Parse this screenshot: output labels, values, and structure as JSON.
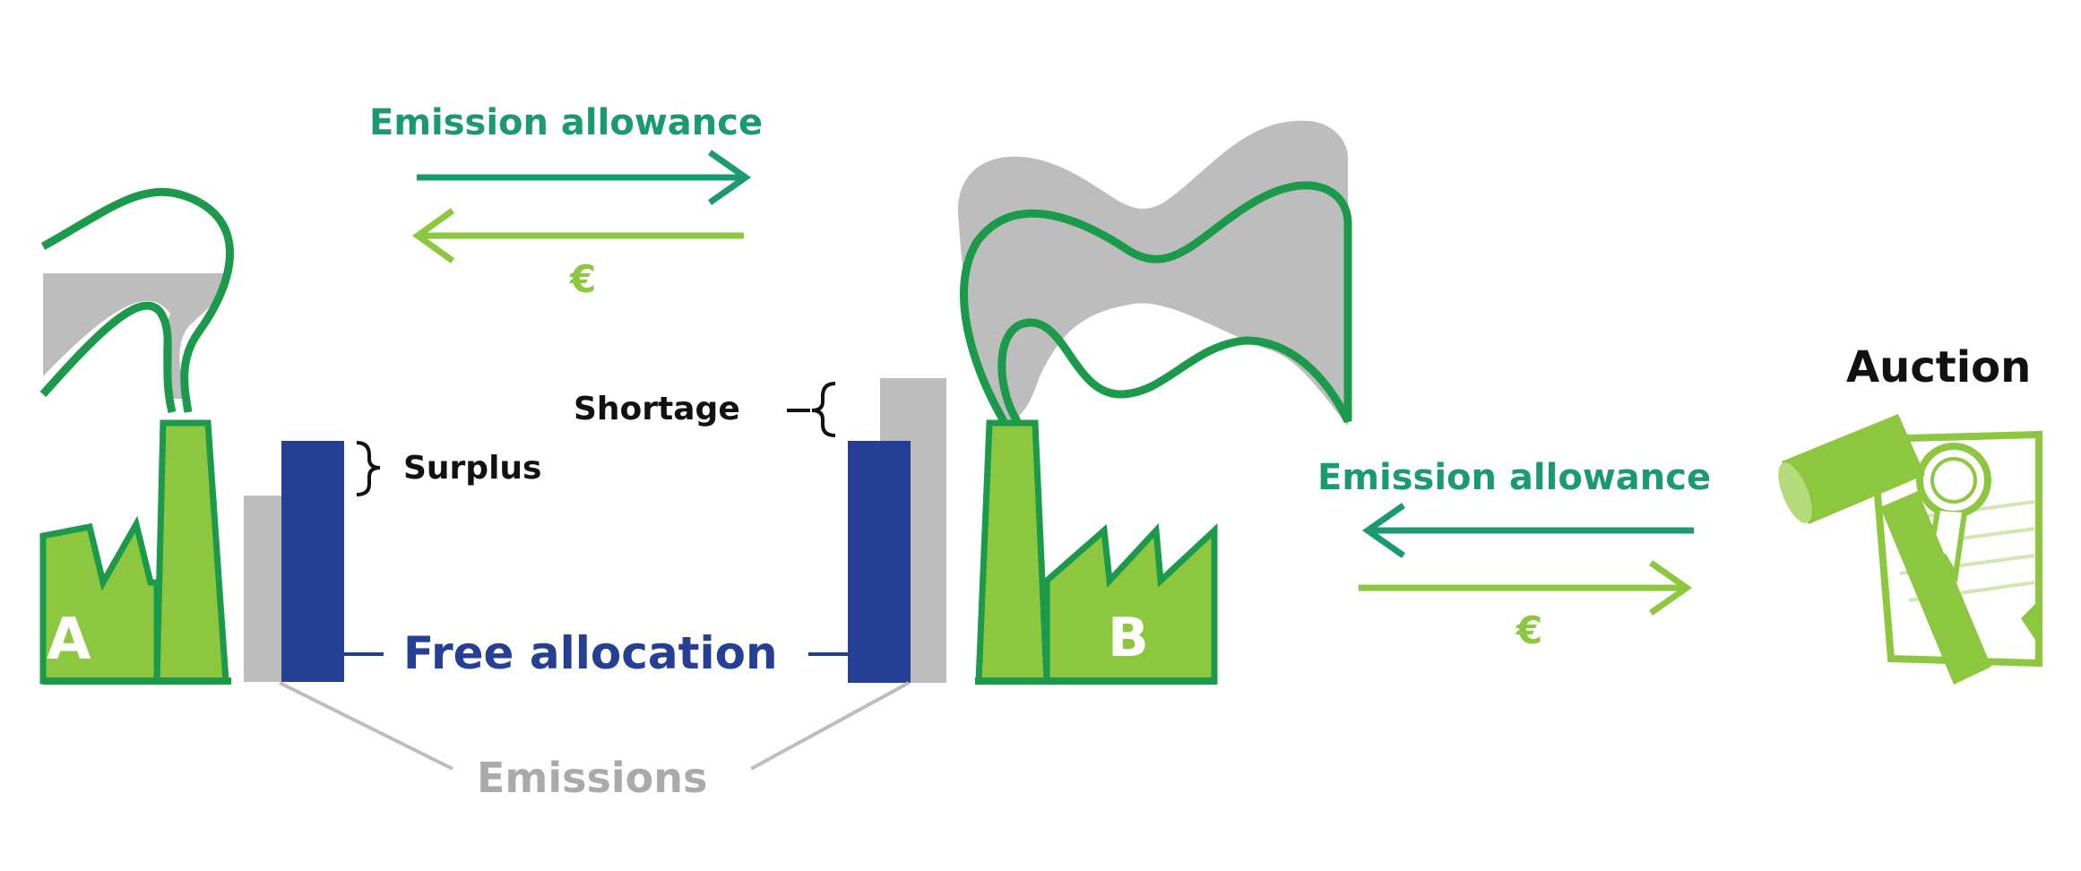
{
  "labels": {
    "emission_allowance_top": "Emission allowance",
    "euro_top": "€",
    "shortage": "Shortage",
    "surplus": "Surplus",
    "free_allocation": "Free allocation",
    "emissions": "Emissions",
    "factory_a": "A",
    "factory_b": "B",
    "emission_allowance_right": "Emission allowance",
    "euro_right": "€",
    "auction": "Auction"
  },
  "colors": {
    "dark_green": "#1a9a4a",
    "light_green": "#8dc63f",
    "teal": "#1b9a6e",
    "navy": "#243f94",
    "gray": "#bdbdbd",
    "black": "#111111"
  }
}
